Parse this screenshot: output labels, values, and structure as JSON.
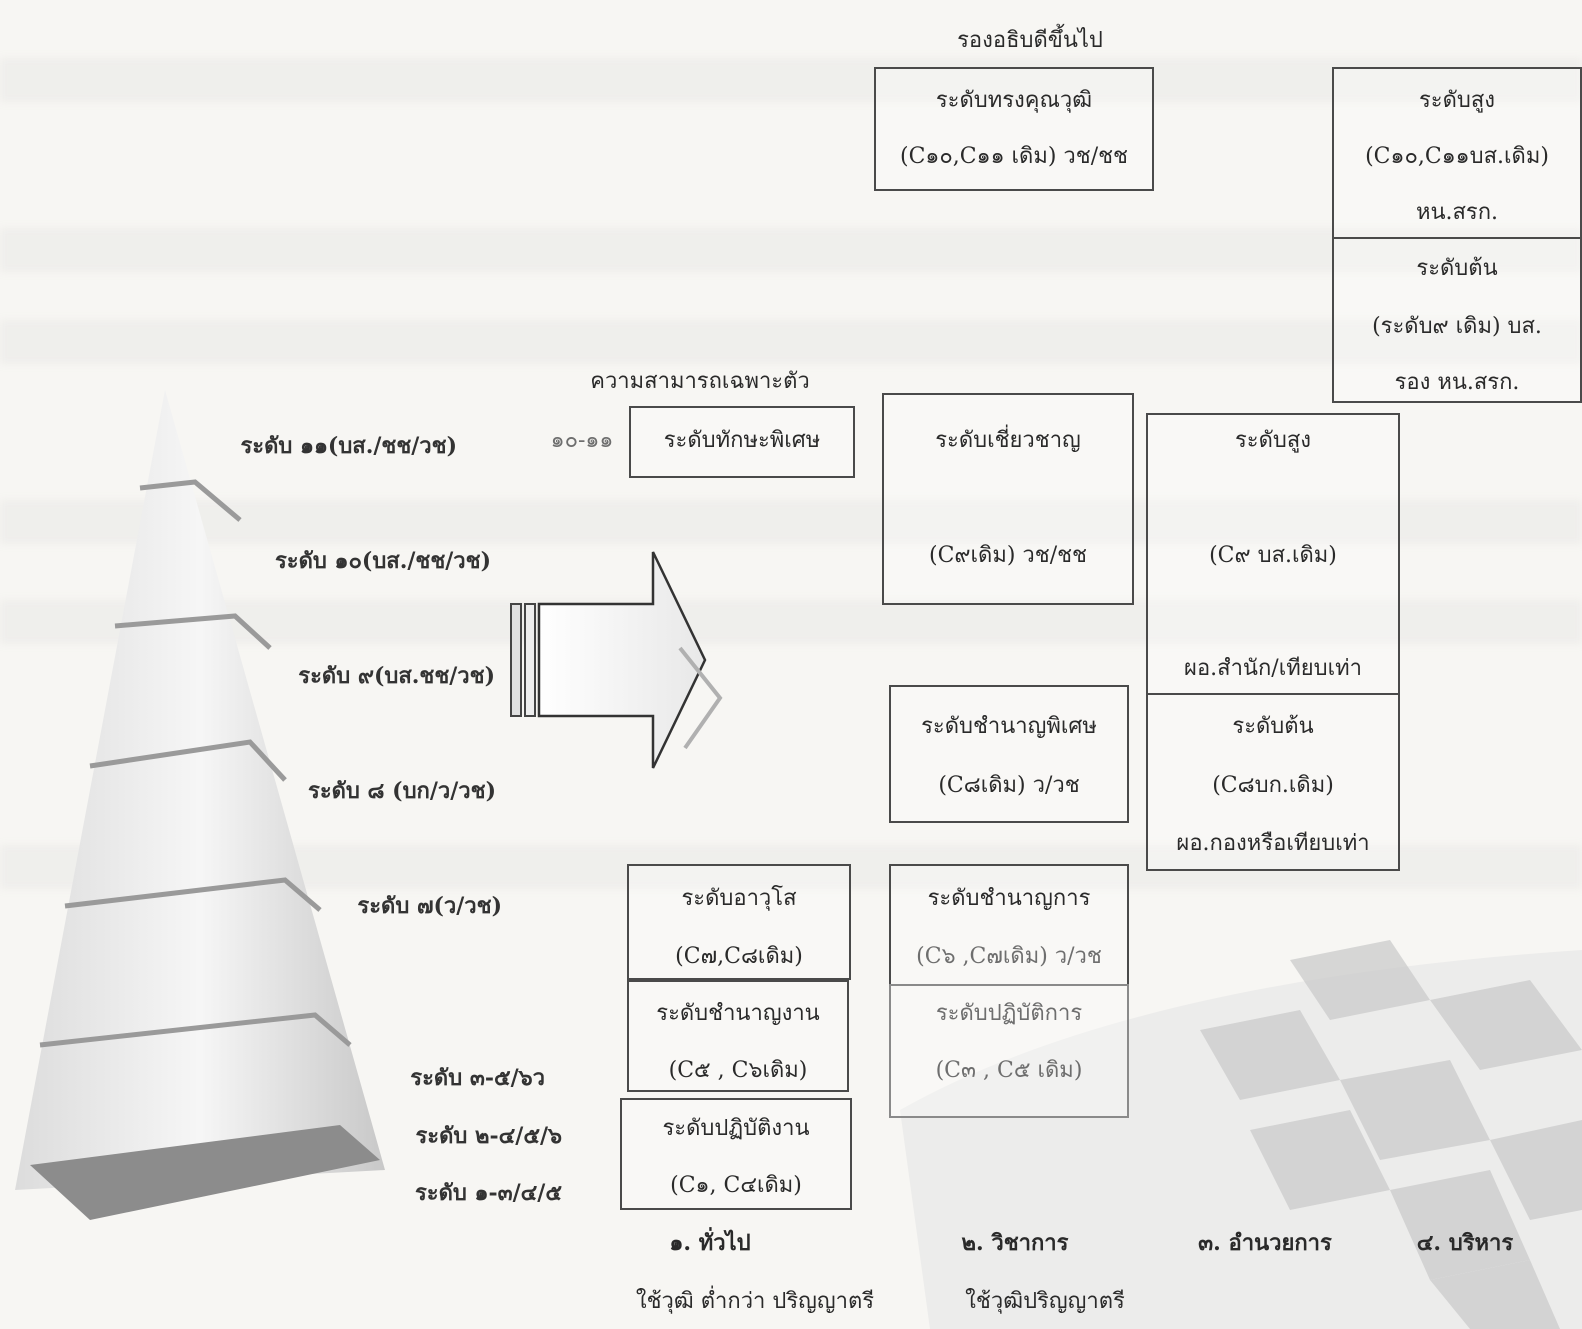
{
  "top_header": "รองอธิบดีขึ้นไป",
  "competency_header": "ความสามารถเฉพาะตัว",
  "pyramid_levels": [
    "ระดับ ๑๑(บส./ชช/วช)",
    "ระดับ ๑๐(บส./ชช/วช)",
    "ระดับ ๙(บส.ชช/วช)",
    "ระดับ ๘ (บก/ว/วช)",
    "ระดับ ๗(ว/วช)",
    "ระดับ ๓-๕/๖ว",
    "ระดับ ๒-๔/๕/๖",
    "ระดับ ๑-๓/๔/๕"
  ],
  "special_range": "๑๐-๑๑",
  "boxes": {
    "top_expert": [
      "ระดับทรงคุณวุฒิ",
      "(C๑๐,C๑๑ เดิม) วช/ชช"
    ],
    "exec_high": [
      "ระดับสูง",
      "(C๑๐,C๑๑บส.เดิม)",
      "หน.สรก."
    ],
    "exec_entry": [
      "ระดับต้น",
      "(ระดับ๙ เดิม) บส.",
      "รอง หน.สรก."
    ],
    "special_skill": [
      "ระดับทักษะพิเศษ"
    ],
    "expert": [
      "ระดับเชี่ยวชาญ",
      "(C๙เดิม) วช/ชช"
    ],
    "dir_high": [
      "ระดับสูง",
      "(C๙ บส.เดิม)",
      "ผอ.สำนัก/เทียบเท่า"
    ],
    "senior_pro": [
      "ระดับชำนาญพิเศษ",
      "(C๘เดิม) ว/วช"
    ],
    "dir_entry": [
      "ระดับต้น",
      "(C๘บก.เดิม)",
      "ผอ.กองหรือเทียบเท่า"
    ],
    "senior": [
      "ระดับอาวุโส",
      "(C๗,C๘เดิม)"
    ],
    "pro": [
      "ระดับชำนาญการ",
      "(C๖ ,C๗เดิม) ว/วช"
    ],
    "experienced": [
      "ระดับชำนาญงาน",
      "(C๕ , C๖เดิม)"
    ],
    "practitioner": [
      "ระดับปฏิบัติการ",
      "(C๓ , C๕ เดิม)"
    ],
    "operational": [
      "ระดับปฏิบัติงาน",
      "(C๑, C๔เดิม)"
    ]
  },
  "categories": {
    "general": "๑. ทั่วไป",
    "academic": "๒. วิชาการ",
    "director": "๓. อำนวยการ",
    "executive": "๔. บริหาร"
  },
  "qualifications": {
    "general": "ใช้วุฒิ ต่ำกว่า ปริญญาตรี",
    "academic": "ใช้วุฒิปริญญาตรี"
  }
}
